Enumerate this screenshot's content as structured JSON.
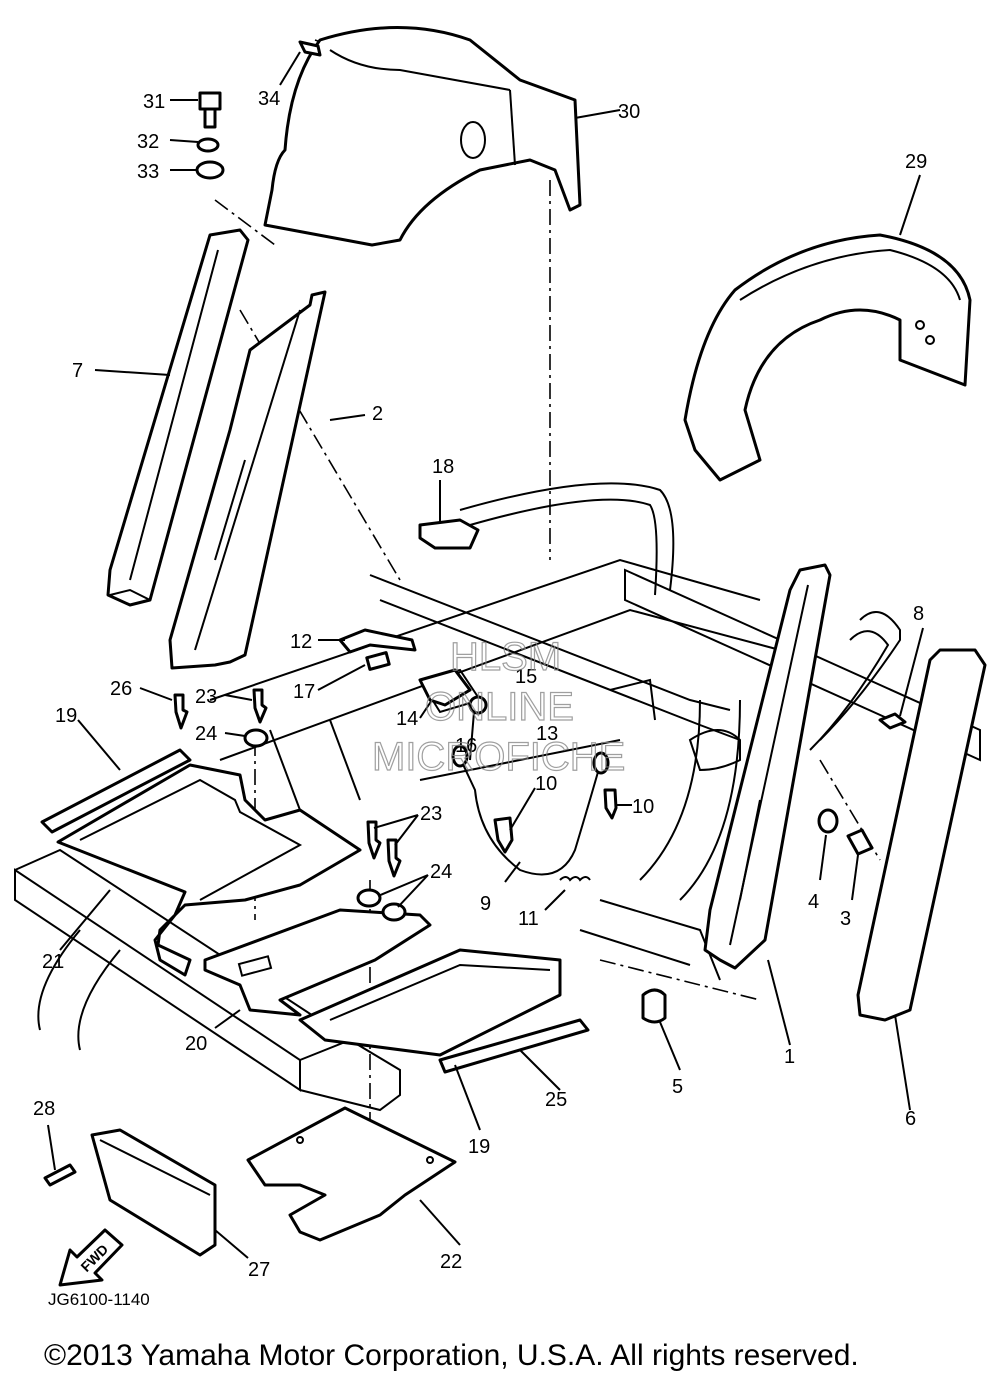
{
  "diagram": {
    "part_numbers": [
      "1",
      "2",
      "3",
      "4",
      "5",
      "6",
      "7",
      "8",
      "9",
      "10",
      "10b",
      "11",
      "12",
      "13",
      "14",
      "15",
      "16",
      "17",
      "18",
      "19",
      "19b",
      "20",
      "21",
      "22",
      "23",
      "23b",
      "24",
      "24b",
      "25",
      "26",
      "27",
      "28",
      "29",
      "30",
      "31",
      "32",
      "33",
      "34"
    ],
    "labels": {
      "1": "1",
      "2": "2",
      "3": "3",
      "4": "4",
      "5": "5",
      "6": "6",
      "7": "7",
      "8": "8",
      "9": "9",
      "10": "10",
      "10b": "10",
      "11": "11",
      "12": "12",
      "13": "13",
      "14": "14",
      "15": "15",
      "16": "16",
      "17": "17",
      "18": "18",
      "19": "19",
      "19b": "19",
      "20": "20",
      "21": "21",
      "22": "22",
      "23": "23",
      "23b": "23",
      "24": "24",
      "24b": "24",
      "25": "25",
      "26": "26",
      "27": "27",
      "28": "28",
      "29": "29",
      "30": "30",
      "31": "31",
      "32": "32",
      "33": "33",
      "34": "34"
    },
    "fwd_arrow": "FWD",
    "drawing_code": "JG6100-1140",
    "watermark": [
      "HLSM",
      "ONLINE",
      "MICROFICHE"
    ],
    "copyright": "©2013 Yamaha Motor Corporation, U.S.A. All rights reserved."
  }
}
